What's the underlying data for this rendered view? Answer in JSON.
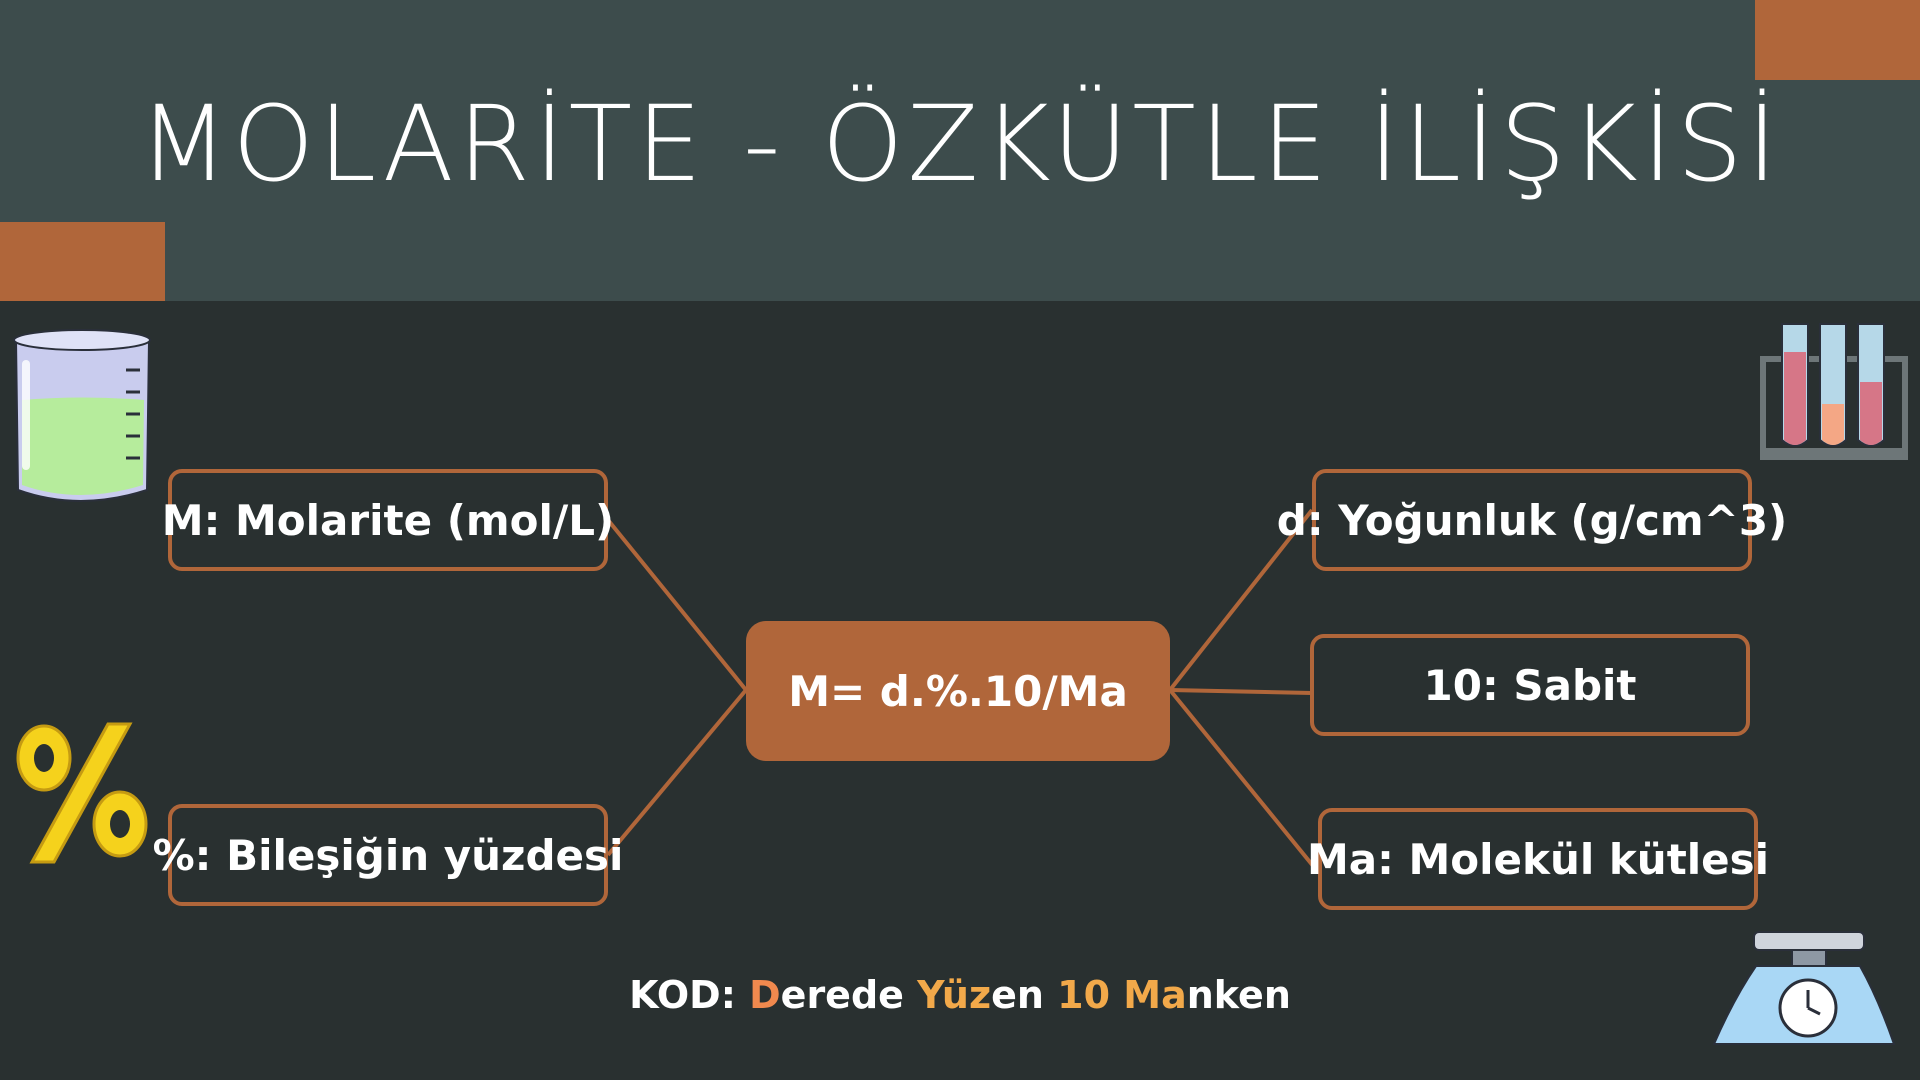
{
  "title": "MOLARİTE - ÖZKÜTLE İLİŞKİSİ",
  "center": "M= d.%.10/Ma",
  "left_nodes": [
    {
      "label": "M: Molarite (mol/L)"
    },
    {
      "label": "%: Bileşiğin yüzdesi"
    }
  ],
  "right_nodes": [
    {
      "label": "d: Yoğunluk (g/cm^3)"
    },
    {
      "label": "10: Sabit"
    },
    {
      "label": "Ma: Molekül kütlesi"
    }
  ],
  "code": {
    "prefix": "KOD: ",
    "parts": [
      "D",
      "erede ",
      "Yüz",
      "en ",
      "10 ",
      "Ma",
      "nken"
    ]
  },
  "percent_symbol": "%",
  "colors": {
    "background": "#293030",
    "header": "#3d4c4c",
    "accent": "#b0663a",
    "highlight": "#f0894e",
    "percent": "#f5d21c"
  },
  "icons": [
    "beaker-icon",
    "test-tubes-icon",
    "percent-icon",
    "scale-icon"
  ]
}
